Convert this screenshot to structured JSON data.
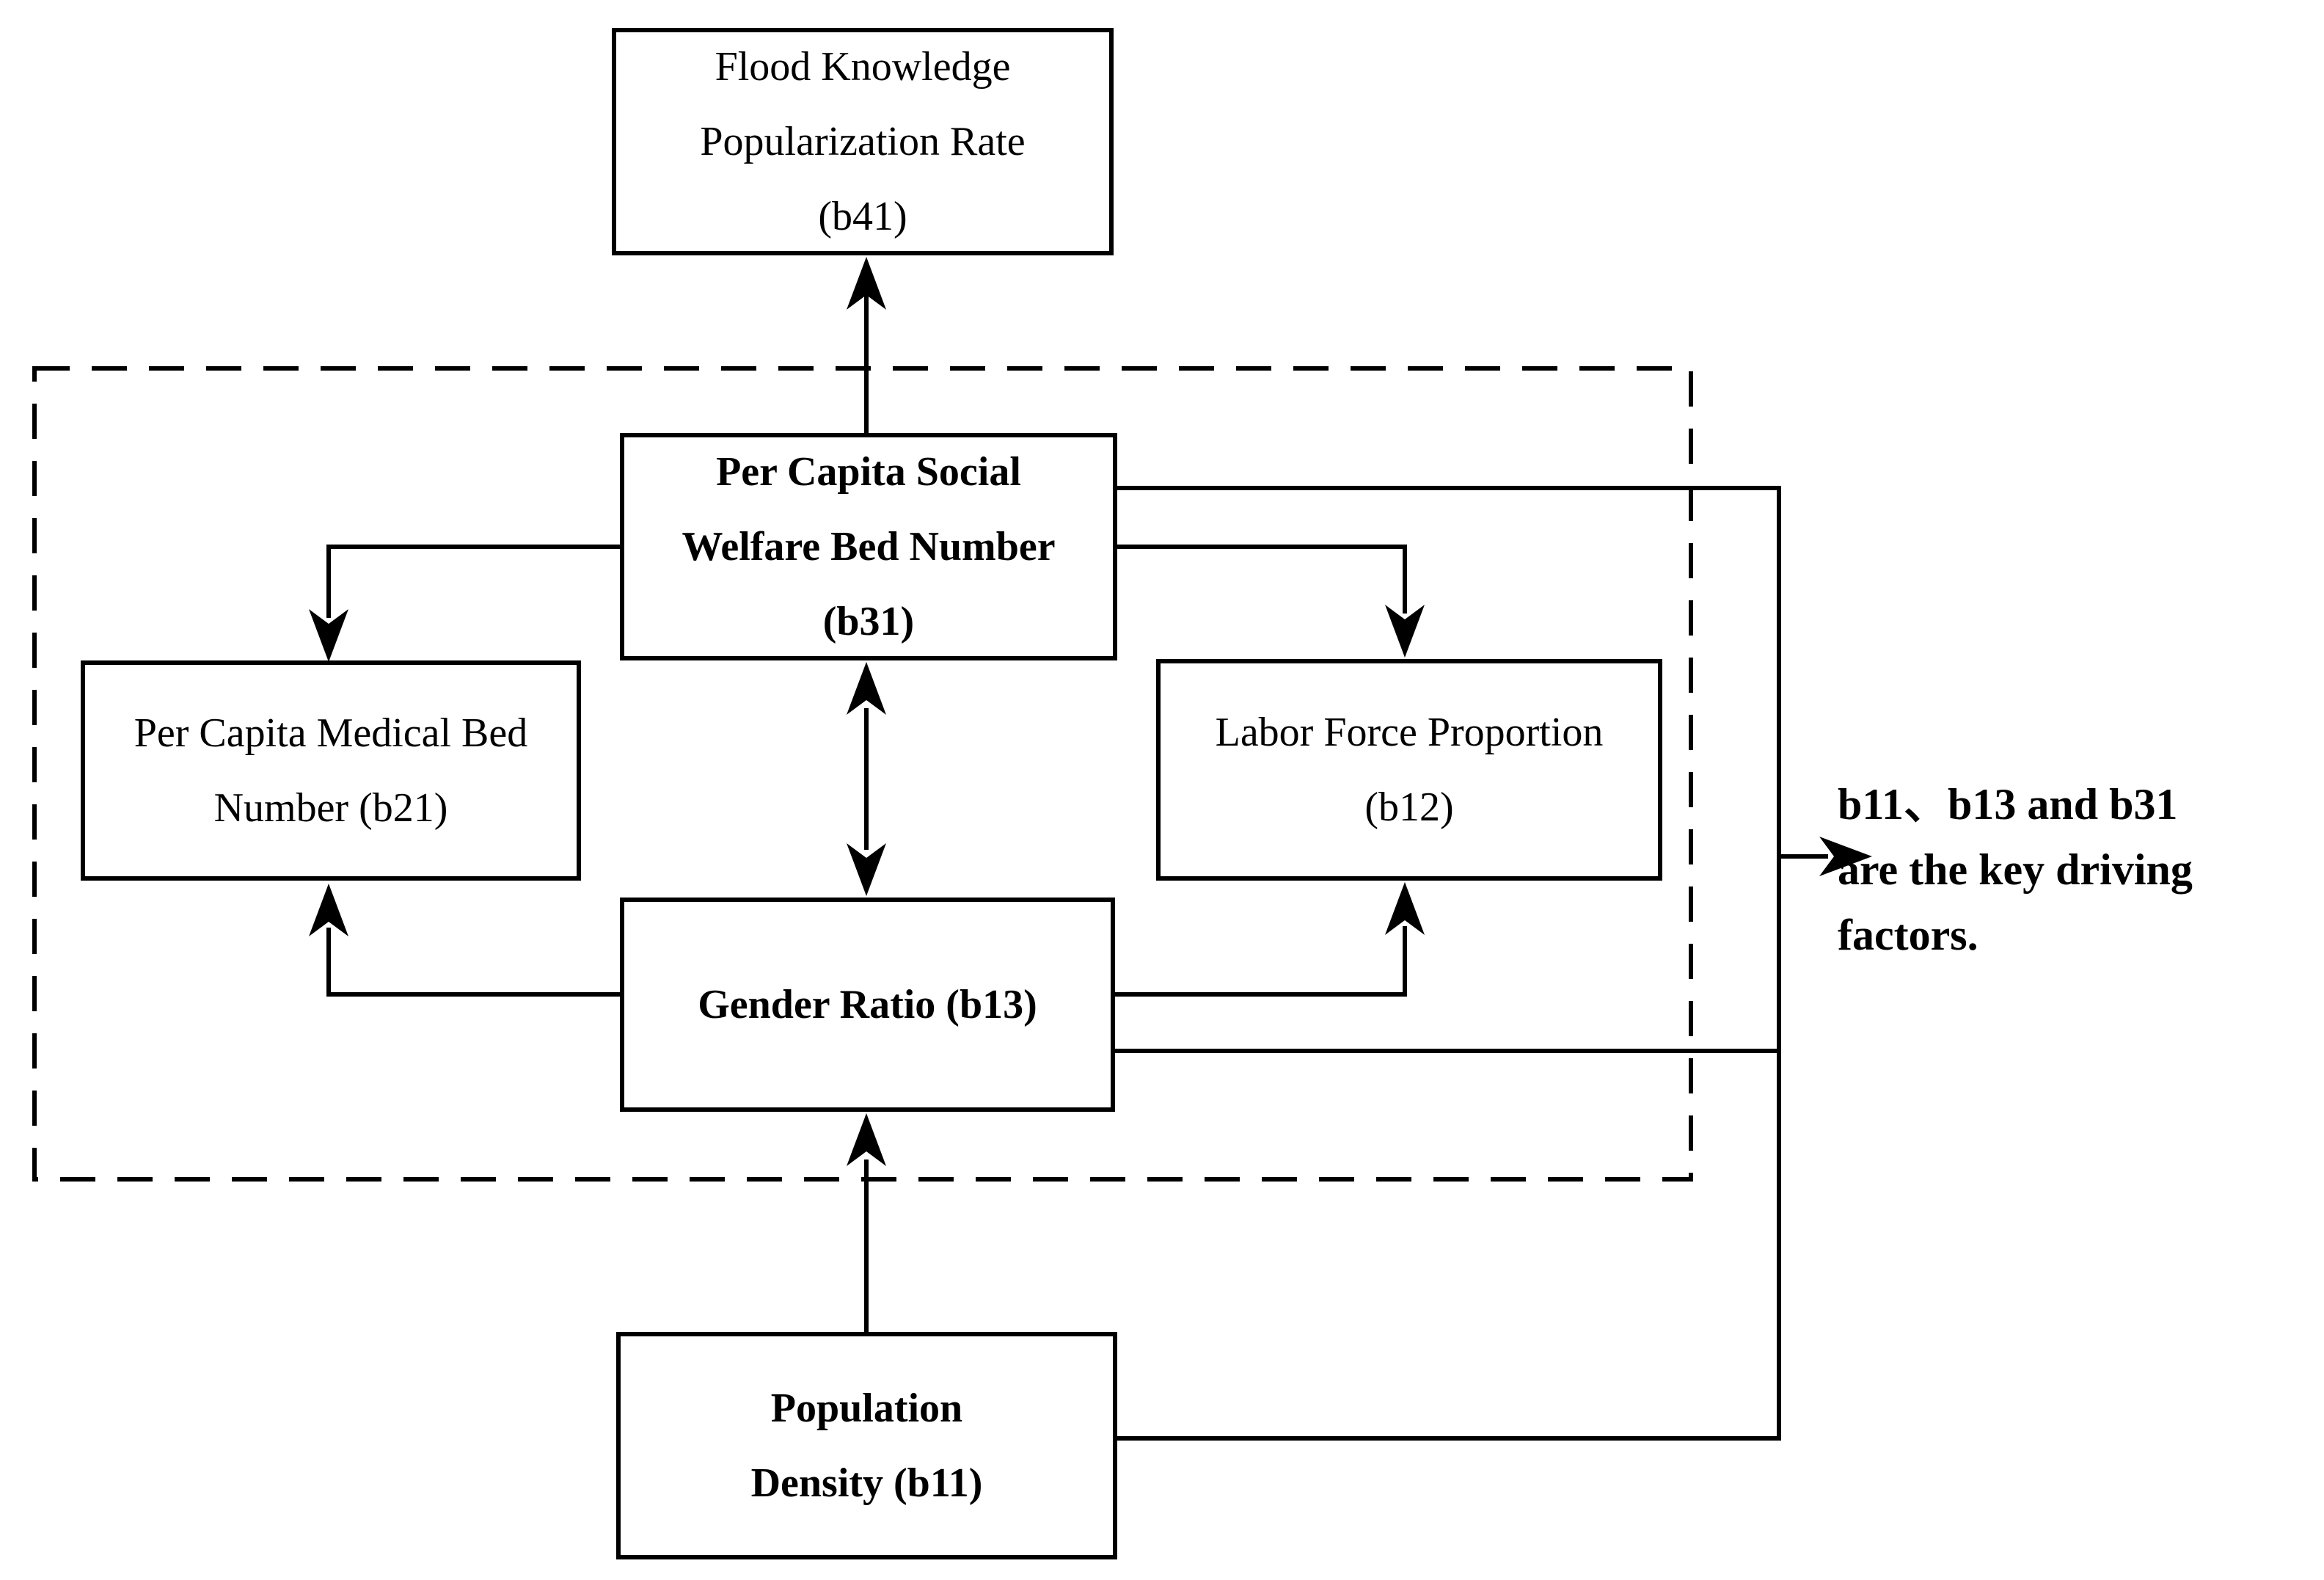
{
  "diagram": {
    "nodes": {
      "b41": {
        "id": "b41",
        "label": "Flood Knowledge\nPopularization Rate\n(b41)",
        "emphasis": "normal"
      },
      "b31": {
        "id": "b31",
        "label": "Per Capita Social\nWelfare Bed Number\n(b31)",
        "emphasis": "bold"
      },
      "b21": {
        "id": "b21",
        "label": "Per Capita Medical Bed\nNumber (b21)",
        "emphasis": "normal"
      },
      "b12": {
        "id": "b12",
        "label": "Labor Force Proportion\n(b12)",
        "emphasis": "normal"
      },
      "b13": {
        "id": "b13",
        "label": "Gender Ratio (b13)",
        "emphasis": "bold"
      },
      "b11": {
        "id": "b11",
        "label": "Population\nDensity (b11)",
        "emphasis": "bold"
      }
    },
    "note": "b11、b13 and b31\nare the key driving\nfactors.",
    "relations": [
      "b31 -> b41",
      "b31 <-> b13",
      "b31 -> b21",
      "b31 -> b12",
      "b13 -> b21",
      "b13 -> b12",
      "b11 -> b13",
      "b31, b13, b11 -> note"
    ],
    "colors": {
      "line": "#000000",
      "text": "#000000",
      "background": "#ffffff"
    }
  }
}
